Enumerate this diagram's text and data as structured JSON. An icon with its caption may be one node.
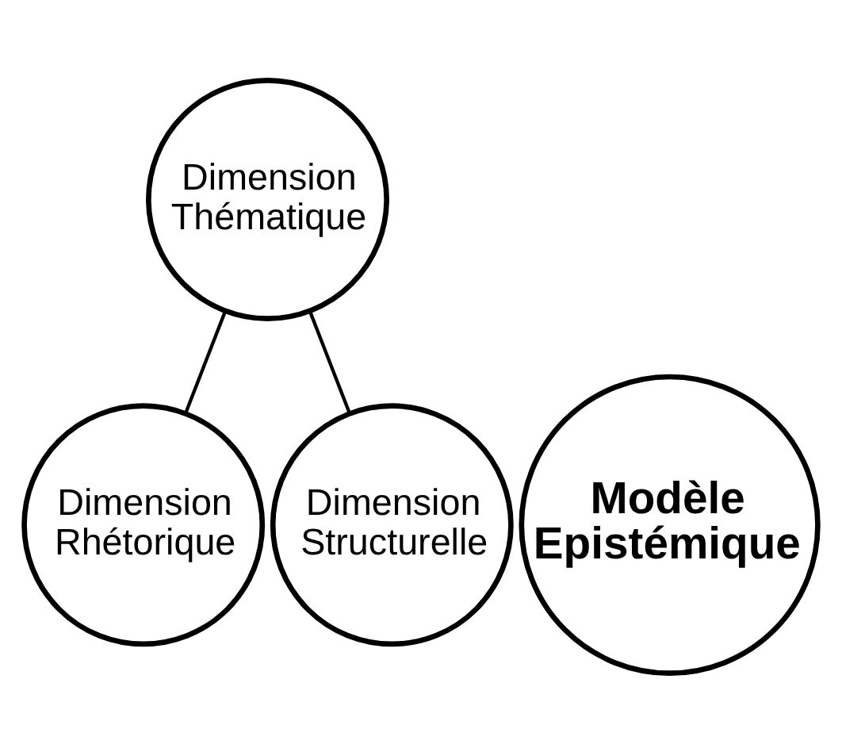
{
  "diagram": {
    "nodes": [
      {
        "text": [
          "Dimension Thématique"
        ]
      },
      {
        "text": [
          "Modèle Epistémique"
        ]
      },
      {
        "text": [
          "Dimension Rhétorique"
        ]
      },
      {
        "text": [
          "Dimension Structurelle"
        ]
      }
    ],
    "edges": [
      {
        "from": 0,
        "to": 2,
        "arrow": "none"
      },
      {
        "from": 0,
        "to": 3,
        "arrow": "none"
      }
    ]
  }
}
